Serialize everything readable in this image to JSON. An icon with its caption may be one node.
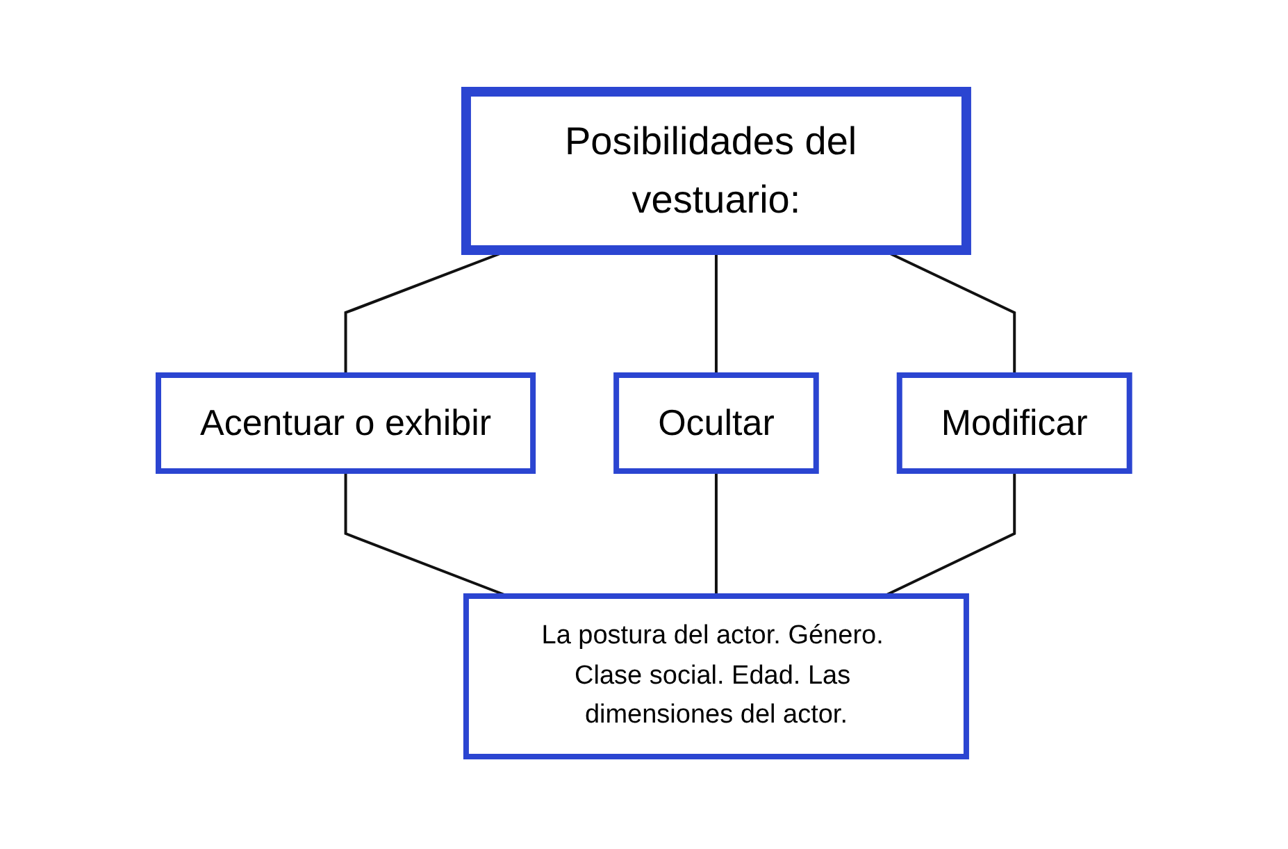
{
  "diagram": {
    "nodes": [
      {
        "text": [
          "Posibilidades del vestuario:"
        ]
      },
      {
        "text": [
          "Acentuar o exhibir"
        ]
      },
      {
        "text": [
          "Ocultar"
        ]
      },
      {
        "text": [
          "Modificar"
        ]
      },
      {
        "text": [
          "La postura del actor. Género. Clase social. Edad. Las dimensiones del actor."
        ]
      }
    ],
    "edges": [
      {
        "from": 0,
        "to": 1,
        "arrow": "none"
      },
      {
        "from": 0,
        "to": 2,
        "arrow": "none"
      },
      {
        "from": 0,
        "to": 3,
        "arrow": "none"
      },
      {
        "from": 1,
        "to": 4,
        "arrow": "none"
      },
      {
        "from": 2,
        "to": 4,
        "arrow": "none"
      },
      {
        "from": 3,
        "to": 4,
        "arrow": "none"
      }
    ]
  }
}
